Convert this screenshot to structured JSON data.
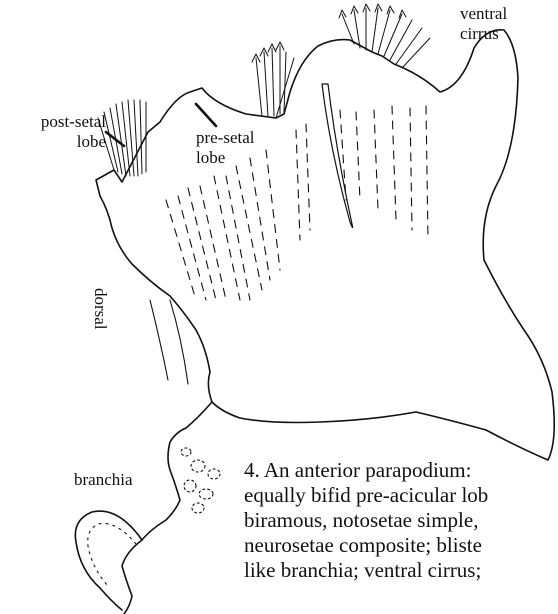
{
  "labels": {
    "ventral_cirrus": [
      "ventral",
      "cirrus"
    ],
    "post_setal_lobe": [
      "post-setal",
      "lobe"
    ],
    "pre_setal_lobe": [
      "pre-setal",
      "lobe"
    ],
    "dorsal": "dorsal",
    "branchia": "branchia"
  },
  "caption": {
    "lines": [
      "4. An anterior parapodium:",
      "equally bifid pre-acicular lob",
      "biramous, notosetae simple,",
      "neurosetae composite; bliste",
      "like branchia; ventral cirrus;"
    ]
  }
}
